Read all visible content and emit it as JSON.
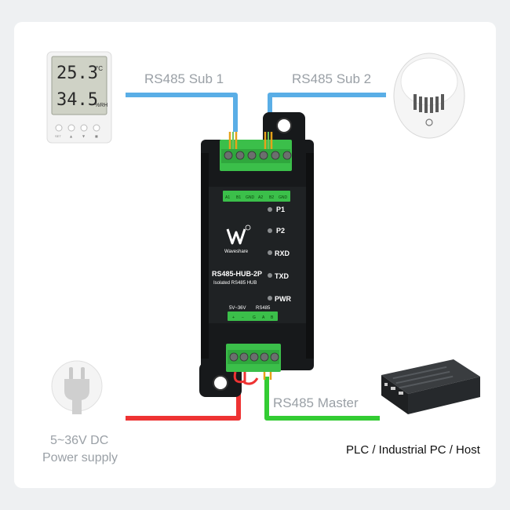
{
  "labels": {
    "sub1": "RS485 Sub 1",
    "sub2": "RS485 Sub 2",
    "master": "RS485 Master",
    "power_line1": "5~36V DC",
    "power_line2": "Power supply",
    "host": "PLC / Industrial PC / Host"
  },
  "device": {
    "brand": "Waveshare",
    "model": "RS485-HUB-2P",
    "subtitle": "Isolated RS485 HUB",
    "indicators": [
      "P1",
      "P2",
      "RXD",
      "TXD",
      "PWR"
    ],
    "top_terminals": [
      "A1",
      "B1",
      "GND",
      "A2",
      "B2",
      "GND"
    ],
    "bottom_group_left": "5V~36V",
    "bottom_group_right": "RS485",
    "bottom_terminals": [
      "+",
      "−",
      "G",
      "A",
      "B"
    ]
  },
  "thermometer": {
    "temperature": "25.3",
    "temp_unit": "°C",
    "humidity": "34.5",
    "humidity_unit": "%RH",
    "buttons": [
      "SET",
      "▲",
      "▼",
      "■"
    ]
  },
  "colors": {
    "sub_wire": "#5aaee6",
    "master_wire": "#33cc33",
    "power_wire": "#ee3333",
    "device_body": "#17191b",
    "terminal_green": "#3bbf4a"
  }
}
